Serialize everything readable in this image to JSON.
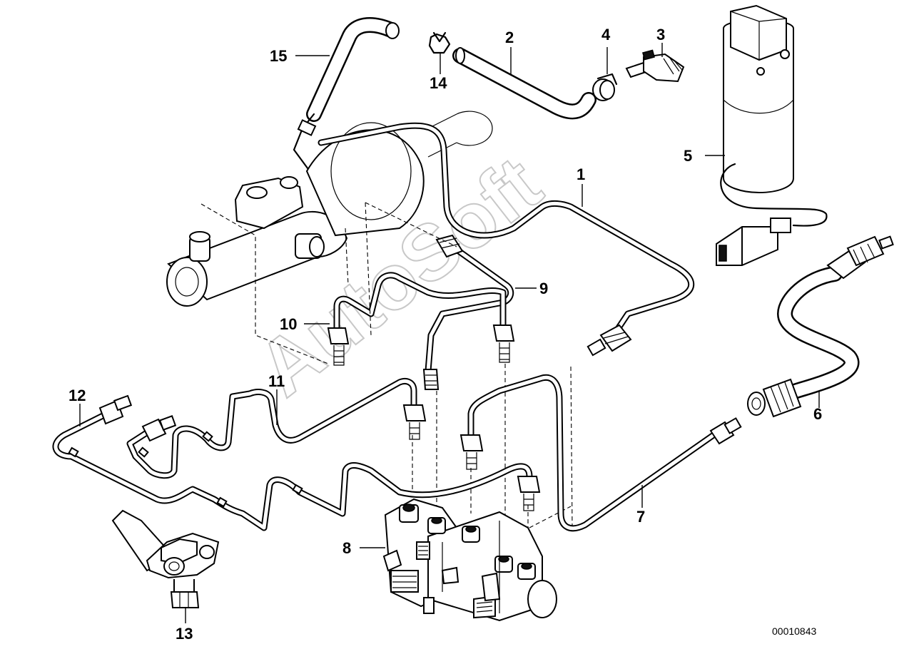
{
  "callouts": [
    {
      "id": "1",
      "label": "1"
    },
    {
      "id": "2",
      "label": "2"
    },
    {
      "id": "3",
      "label": "3"
    },
    {
      "id": "4",
      "label": "4"
    },
    {
      "id": "5",
      "label": "5"
    },
    {
      "id": "6",
      "label": "6"
    },
    {
      "id": "7",
      "label": "7"
    },
    {
      "id": "8",
      "label": "8"
    },
    {
      "id": "9",
      "label": "9"
    },
    {
      "id": "10",
      "label": "10"
    },
    {
      "id": "11",
      "label": "11"
    },
    {
      "id": "12",
      "label": "12"
    },
    {
      "id": "13",
      "label": "13"
    },
    {
      "id": "14",
      "label": "14"
    },
    {
      "id": "15",
      "label": "15"
    }
  ],
  "drawing_number": "00010843",
  "watermark": "AutoSoft"
}
